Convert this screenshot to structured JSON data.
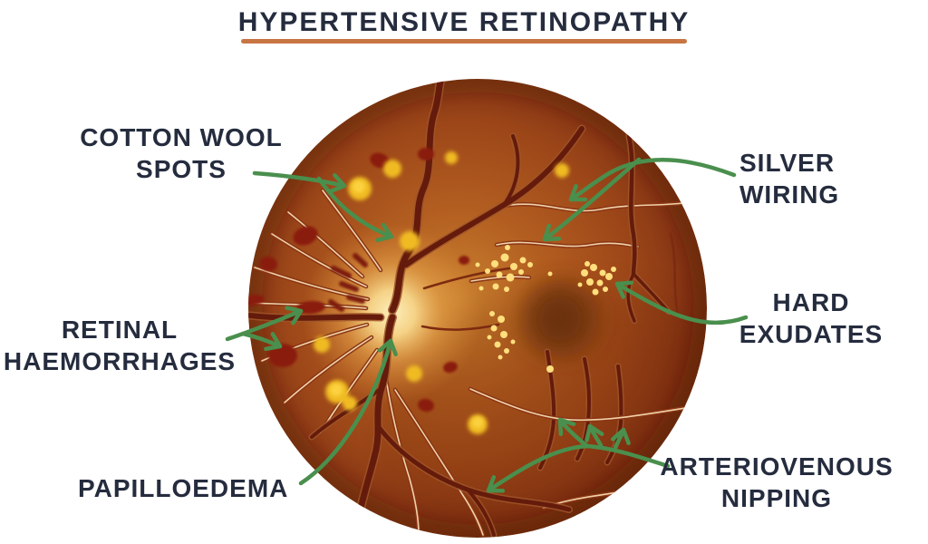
{
  "title": "HYPERTENSIVE RETINOPATHY",
  "labels": {
    "cotton_wool_spots": {
      "line1": "COTTON WOOL",
      "line2": "SPOTS"
    },
    "silver_wiring": {
      "line1": "SILVER",
      "line2": "WIRING"
    },
    "retinal_haemorrhages": {
      "line1": "RETINAL",
      "line2": "HAEMORRHAGES"
    },
    "hard_exudates": {
      "line1": "HARD",
      "line2": "EXUDATES"
    },
    "papilloedema": {
      "line1": "PAPILLOEDEMA"
    },
    "arteriovenous_nipping": {
      "line1": "ARTERIOVENOUS",
      "line2": "NIPPING"
    }
  },
  "colors": {
    "ink": "#252c3e",
    "underline": "#c87544",
    "arrow_green": "#4a8f4d",
    "vessel_dark": "#651b0b",
    "vessel_light_core": "#f0d2a8",
    "cotton_wool_yellow": "#f0bb20",
    "haemorrhage_red": "#8a1f0b",
    "hard_exudate_cream": "#ffdf7e",
    "macula_dark": "#6f3510",
    "bg": "#ffffff"
  }
}
